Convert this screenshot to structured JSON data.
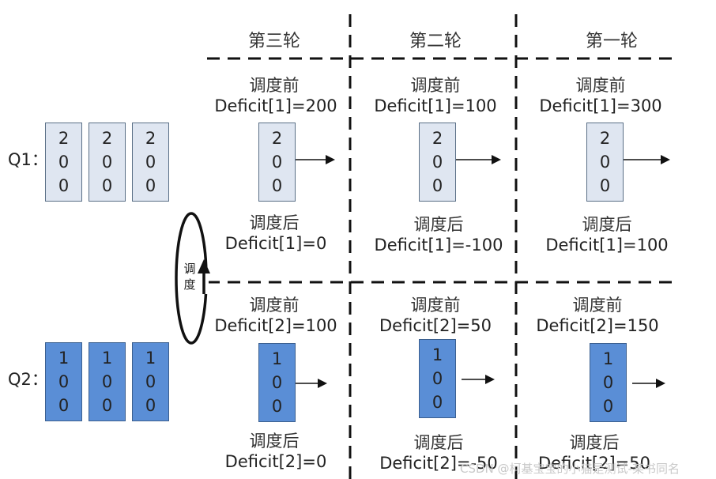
{
  "rounds": [
    "第三轮",
    "第二轮",
    "第一轮"
  ],
  "queues": {
    "q1": {
      "label": "Q1：",
      "packets": [
        [
          "2",
          "0",
          "0"
        ],
        [
          "2",
          "0",
          "0"
        ],
        [
          "2",
          "0",
          "0"
        ]
      ],
      "cells": [
        {
          "before": "调度前",
          "deficit_before": "Deficit[1]=200",
          "packet": [
            "2",
            "0",
            "0"
          ],
          "after": "调度后",
          "deficit_after": "Deficit[1]=0"
        },
        {
          "before": "调度前",
          "deficit_before": "Deficit[1]=100",
          "packet": [
            "2",
            "0",
            "0"
          ],
          "after": "调度后",
          "deficit_after": "Deficit[1]=-100"
        },
        {
          "before": "调度前",
          "deficit_before": "Deficit[1]=300",
          "packet": [
            "2",
            "0",
            "0"
          ],
          "after": "调度后",
          "deficit_after": "Deficit[1]=100"
        }
      ]
    },
    "q2": {
      "label": "Q2：",
      "packets": [
        [
          "1",
          "0",
          "0"
        ],
        [
          "1",
          "0",
          "0"
        ],
        [
          "1",
          "0",
          "0"
        ]
      ],
      "cells": [
        {
          "before": "调度前",
          "deficit_before": "Deficit[2]=100",
          "packet": [
            "1",
            "0",
            "0"
          ],
          "after": "调度后",
          "deficit_after": "Deficit[2]=0"
        },
        {
          "before": "调度前",
          "deficit_before": "Deficit[2]=50",
          "packet": [
            "1",
            "0",
            "0"
          ],
          "after": "调度后",
          "deficit_after": "Deficit[2]=-50"
        },
        {
          "before": "调度前",
          "deficit_before": "Deficit[2]=150",
          "packet": [
            "1",
            "0",
            "0"
          ],
          "after": "调度后",
          "deficit_after": "Deficit[2]=50"
        }
      ]
    }
  },
  "scheduler": {
    "label": [
      "调",
      "度"
    ]
  },
  "watermark": "CSDN @柯基宝宝的小猫是测试-某书同名",
  "colors": {
    "light_packet": "#dfe6f1",
    "dark_packet": "#5a8ed6",
    "line": "#111111"
  }
}
